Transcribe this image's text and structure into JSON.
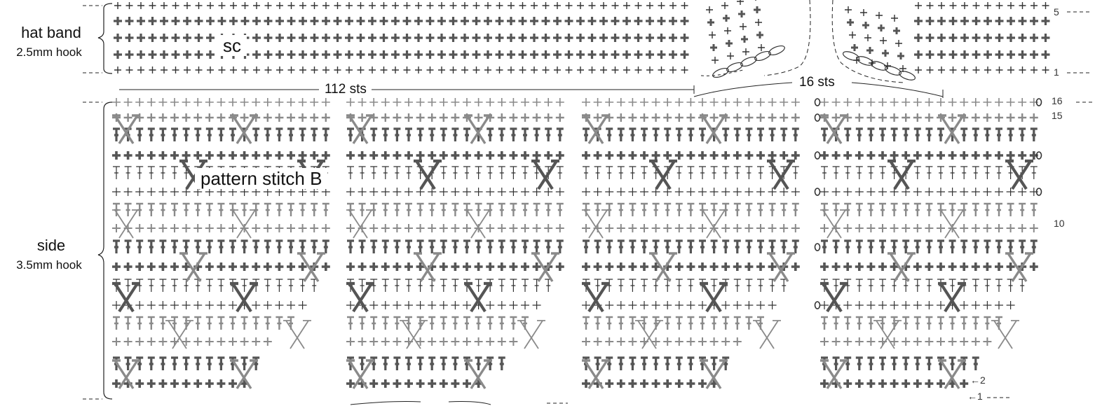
{
  "sections": {
    "hat_band": {
      "name": "hat band",
      "hook": "2.5mm hook"
    },
    "side": {
      "name": "side",
      "hook": "3.5mm hook"
    }
  },
  "labels": {
    "band_stitch": "sc",
    "side_pattern": "pattern stitch B",
    "count_main": "112 sts",
    "count_gap": "16 sts"
  },
  "row_numbers": {
    "band_top": "5",
    "band_bottom": "1",
    "side_top": "16",
    "side_15": "15",
    "side_10": "10",
    "side_2": "←2",
    "side_1": "←1"
  },
  "colors": {
    "dark_stitch": "#555555",
    "light_stitch": "#8a8a8a",
    "outline": "#222222"
  },
  "symbols": [
    "single-crochet-plus",
    "double-crochet-tee",
    "cross-stitch-x",
    "chain-oval",
    "chain-zero"
  ]
}
